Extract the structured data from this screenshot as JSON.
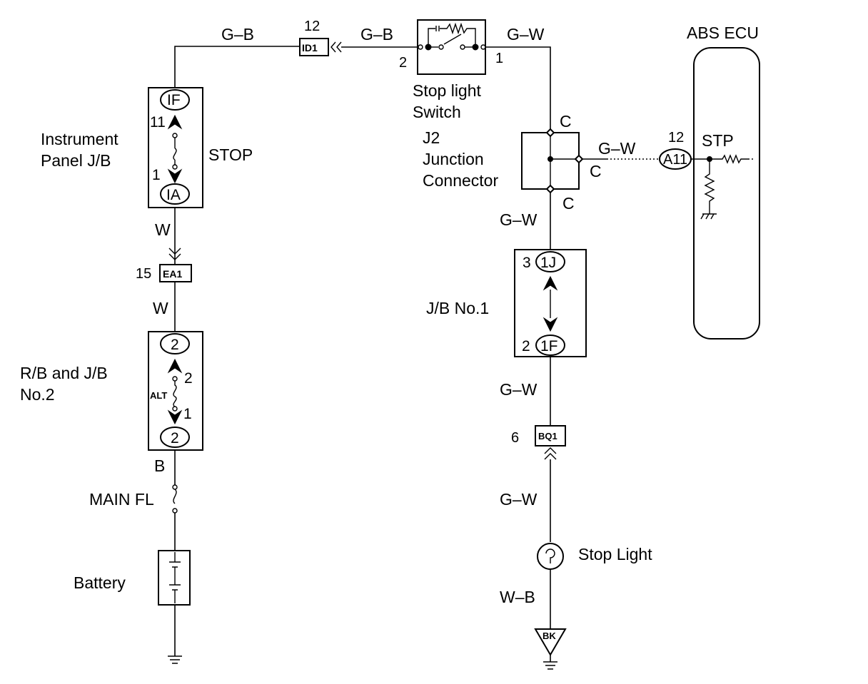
{
  "wires": {
    "top_left": "G–B",
    "top_mid": "G–B",
    "top_right": "G–W",
    "ecu_link": "G–W",
    "below_j2": "G–W",
    "below_jb1": "G–W",
    "below_bq1": "G–W",
    "below_stop_light": "W–B",
    "below_ip_jb": "W",
    "below_ea1": "W",
    "below_rb": "B"
  },
  "components": {
    "stop_light_switch": {
      "line1": "Stop light",
      "line2": "Switch",
      "pin_left": "2",
      "pin_right": "1"
    },
    "instrument_panel_jb": {
      "line1": "Instrument",
      "line2": "Panel J/B",
      "fuse": "STOP",
      "conn_top": "IF",
      "conn_bottom": "IA",
      "pin_top": "11",
      "pin_bottom": "1"
    },
    "j2_connector": {
      "line1": "J2",
      "line2": "Junction",
      "line3": "Connector",
      "term_top": "C",
      "term_right": "C",
      "term_bottom": "C"
    },
    "abs_ecu": {
      "title": "ABS ECU",
      "pin": "12",
      "conn": "A11",
      "terminal": "STP"
    },
    "jb_no1": {
      "label": "J/B No.1",
      "conn_top": "1J",
      "conn_bottom": "1F",
      "pin_top": "3",
      "pin_bottom": "2"
    },
    "rb_jb2": {
      "line1": "R/B and J/B",
      "line2": "No.2",
      "conn_top": "2",
      "conn_bottom": "2",
      "pin_top": "2",
      "pin_bottom": "1",
      "fuse": "ALT"
    },
    "main_fl": {
      "label": "MAIN FL"
    },
    "battery": {
      "label": "Battery"
    },
    "stop_light": {
      "label": "Stop Light"
    },
    "id1": {
      "pin": "12",
      "code": "ID1"
    },
    "ea1": {
      "pin": "15",
      "code": "EA1"
    },
    "bq1": {
      "pin": "6",
      "code": "BQ1"
    },
    "bk": {
      "code": "BK"
    }
  }
}
